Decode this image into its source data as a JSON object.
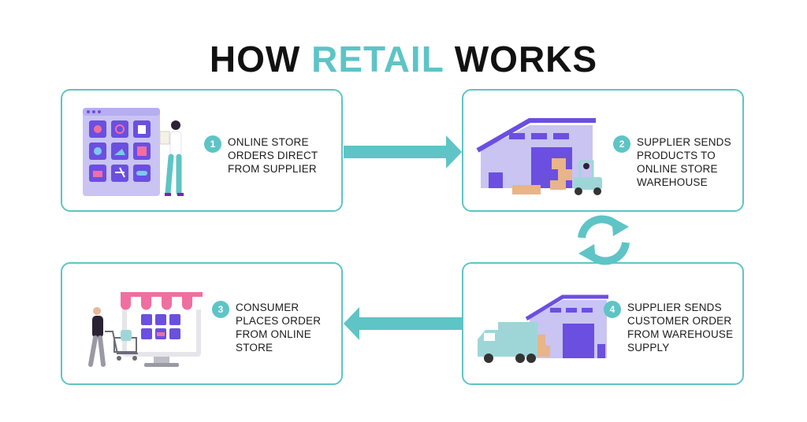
{
  "title": {
    "prefix": "HOW",
    "highlight": "RETAIL",
    "suffix": "WORKS"
  },
  "colors": {
    "accent": "#5ec4c6",
    "purple": "#6b4fe0",
    "lavender": "#c9c4f2",
    "box": "#e9b487"
  },
  "steps": [
    {
      "number": "1",
      "text": "ONLINE STORE\nORDERS DIRECT\nFROM SUPPLIER",
      "icon": "online-store-illustration"
    },
    {
      "number": "2",
      "text": "SUPPLIER SENDS\nPRODUCTS TO\nONLINE STORE\nWAREHOUSE",
      "icon": "warehouse-forklift-illustration"
    },
    {
      "number": "3",
      "text": "CONSUMER\nPLACES ORDER\nFROM ONLINE\nSTORE",
      "icon": "shopper-cart-illustration"
    },
    {
      "number": "4",
      "text": "SUPPLIER SENDS\nCUSTOMER ORDER\nFROM WAREHOUSE\nSUPPLY",
      "icon": "delivery-truck-illustration"
    }
  ],
  "connectors": [
    "arrow-right",
    "cycle-arrows",
    "arrow-left"
  ]
}
